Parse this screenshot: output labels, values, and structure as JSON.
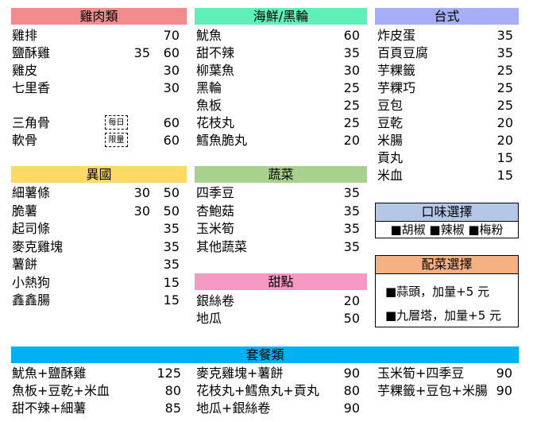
{
  "colors": {
    "chicken": "#f28b8b",
    "seafood": "#5ff0b8",
    "taiwan": "#a6aef5",
    "foreign": "#ffd966",
    "veg": "#a9d18e",
    "dessert": "#f49ac2",
    "combo": "#00b0f0",
    "flavor": "#b4c7e7",
    "side": "#f4b183"
  },
  "chicken": {
    "title": "雞肉類",
    "items": [
      {
        "name": "雞排",
        "p1": "",
        "p2": "70"
      },
      {
        "name": "鹽酥雞",
        "p1": "35",
        "p2": "60"
      },
      {
        "name": "雞皮",
        "p1": "",
        "p2": "30"
      },
      {
        "name": "七里香",
        "p1": "",
        "p2": "30"
      }
    ],
    "items2": [
      {
        "name": "三角骨",
        "p1": "",
        "p2": "60"
      },
      {
        "name": "軟骨",
        "p1": "",
        "p2": "60"
      }
    ],
    "tags": [
      "每日",
      "限量"
    ]
  },
  "seafood": {
    "title": "海鮮/黑輪",
    "items": [
      {
        "name": "魷魚",
        "p": "60"
      },
      {
        "name": "甜不辣",
        "p": "35"
      },
      {
        "name": "柳葉魚",
        "p": "30"
      },
      {
        "name": "黑輪",
        "p": "25"
      },
      {
        "name": "魚板",
        "p": "25"
      },
      {
        "name": "花枝丸",
        "p": "25"
      },
      {
        "name": "鱈魚脆丸",
        "p": "20"
      }
    ]
  },
  "taiwan": {
    "title": "台式",
    "items": [
      {
        "name": "炸皮蛋",
        "p": "35"
      },
      {
        "name": "百頁豆腐",
        "p": "35"
      },
      {
        "name": "芋粿籤",
        "p": "25"
      },
      {
        "name": "芋粿巧",
        "p": "25"
      },
      {
        "name": "豆包",
        "p": "25"
      },
      {
        "name": "豆乾",
        "p": "20"
      },
      {
        "name": "米腸",
        "p": "20"
      },
      {
        "name": "貢丸",
        "p": "15"
      },
      {
        "name": "米血",
        "p": "15"
      }
    ]
  },
  "foreign": {
    "title": "異國",
    "items": [
      {
        "name": "細薯條",
        "p1": "30",
        "p2": "50"
      },
      {
        "name": "脆薯",
        "p1": "30",
        "p2": "50"
      },
      {
        "name": "起司條",
        "p1": "",
        "p2": "35"
      },
      {
        "name": "麥克雞塊",
        "p1": "",
        "p2": "35"
      },
      {
        "name": "薯餅",
        "p1": "",
        "p2": "35"
      },
      {
        "name": "小熱狗",
        "p1": "",
        "p2": "15"
      },
      {
        "name": "鑫鑫腸",
        "p1": "",
        "p2": "15"
      }
    ]
  },
  "veg": {
    "title": "蔬菜",
    "items": [
      {
        "name": "四季豆",
        "p": "35"
      },
      {
        "name": "杏鮑菇",
        "p": "35"
      },
      {
        "name": "玉米筍",
        "p": "35"
      },
      {
        "name": "其他蔬菜",
        "p": "35"
      }
    ]
  },
  "dessert": {
    "title": "甜點",
    "items": [
      {
        "name": "銀絲卷",
        "p": "20"
      },
      {
        "name": "地瓜",
        "p": "50"
      }
    ]
  },
  "flavor": {
    "title": "口味選擇",
    "options": "■胡椒 ■辣椒 ■梅粉"
  },
  "side": {
    "title": "配菜選擇",
    "opt1": "■蒜頭，加量+5 元",
    "opt2": "■九層塔，加量+5 元"
  },
  "combo": {
    "title": "套餐類",
    "col1": [
      {
        "name": "魷魚+鹽酥雞",
        "p": "125"
      },
      {
        "name": "魚板+豆乾+米血",
        "p": "80"
      },
      {
        "name": "甜不辣+細薯",
        "p": "85"
      }
    ],
    "col2": [
      {
        "name": "麥克雞塊+薯餅",
        "p": "90"
      },
      {
        "name": "花枝丸+鱈魚丸+貢丸",
        "p": "80"
      },
      {
        "name": "地瓜+銀絲卷",
        "p": "90"
      }
    ],
    "col3": [
      {
        "name": "玉米筍+四季豆",
        "p": "90"
      },
      {
        "name": "芋粿籤+豆包+米腸",
        "p": "90"
      }
    ]
  }
}
